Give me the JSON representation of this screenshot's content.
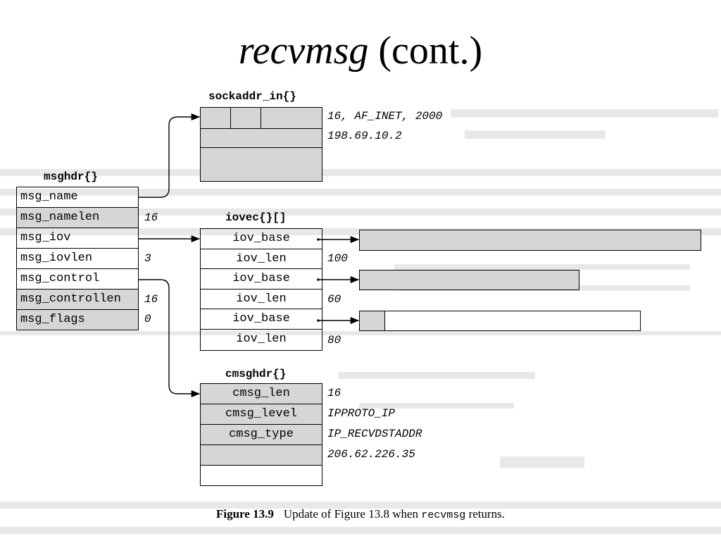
{
  "title": {
    "main": "recvmsg",
    "suffix": " (cont.)"
  },
  "sockaddr": {
    "label": "sockaddr_in{}",
    "value_line1": "16, AF_INET, 2000",
    "value_line2": "198.69.10.2"
  },
  "msghdr": {
    "label": "msghdr{}",
    "fields": [
      {
        "name": "msg_name",
        "value": "",
        "shaded": false
      },
      {
        "name": "msg_namelen",
        "value": "16",
        "shaded": true
      },
      {
        "name": "msg_iov",
        "value": "",
        "shaded": false
      },
      {
        "name": "msg_iovlen",
        "value": "3",
        "shaded": false
      },
      {
        "name": "msg_control",
        "value": "",
        "shaded": false
      },
      {
        "name": "msg_controllen",
        "value": "16",
        "shaded": true
      },
      {
        "name": "msg_flags",
        "value": "0",
        "shaded": true
      }
    ]
  },
  "iovec": {
    "label": "iovec{}[]",
    "fields": [
      {
        "name": "iov_base",
        "value": ""
      },
      {
        "name": "iov_len",
        "value": "100"
      },
      {
        "name": "iov_base",
        "value": ""
      },
      {
        "name": "iov_len",
        "value": "60"
      },
      {
        "name": "iov_base",
        "value": ""
      },
      {
        "name": "iov_len",
        "value": "80"
      }
    ],
    "buffer_fill": [
      1.0,
      1.0,
      0.09
    ]
  },
  "cmsghdr": {
    "label": "cmsghdr{}",
    "fields": [
      {
        "name": "cmsg_len",
        "value": "16"
      },
      {
        "name": "cmsg_level",
        "value": "IPPROTO_IP"
      },
      {
        "name": "cmsg_type",
        "value": "IP_RECVDSTADDR"
      },
      {
        "name": "",
        "value": "206.62.226.35"
      },
      {
        "name": "",
        "value": ""
      }
    ]
  },
  "caption": {
    "figure": "Figure 13.9",
    "text": "Update of Figure 13.8 when ",
    "code": "recvmsg",
    "end": " returns."
  },
  "colors": {
    "shade": "#d6d6d6",
    "line": "#000000",
    "background": "#ffffff"
  }
}
